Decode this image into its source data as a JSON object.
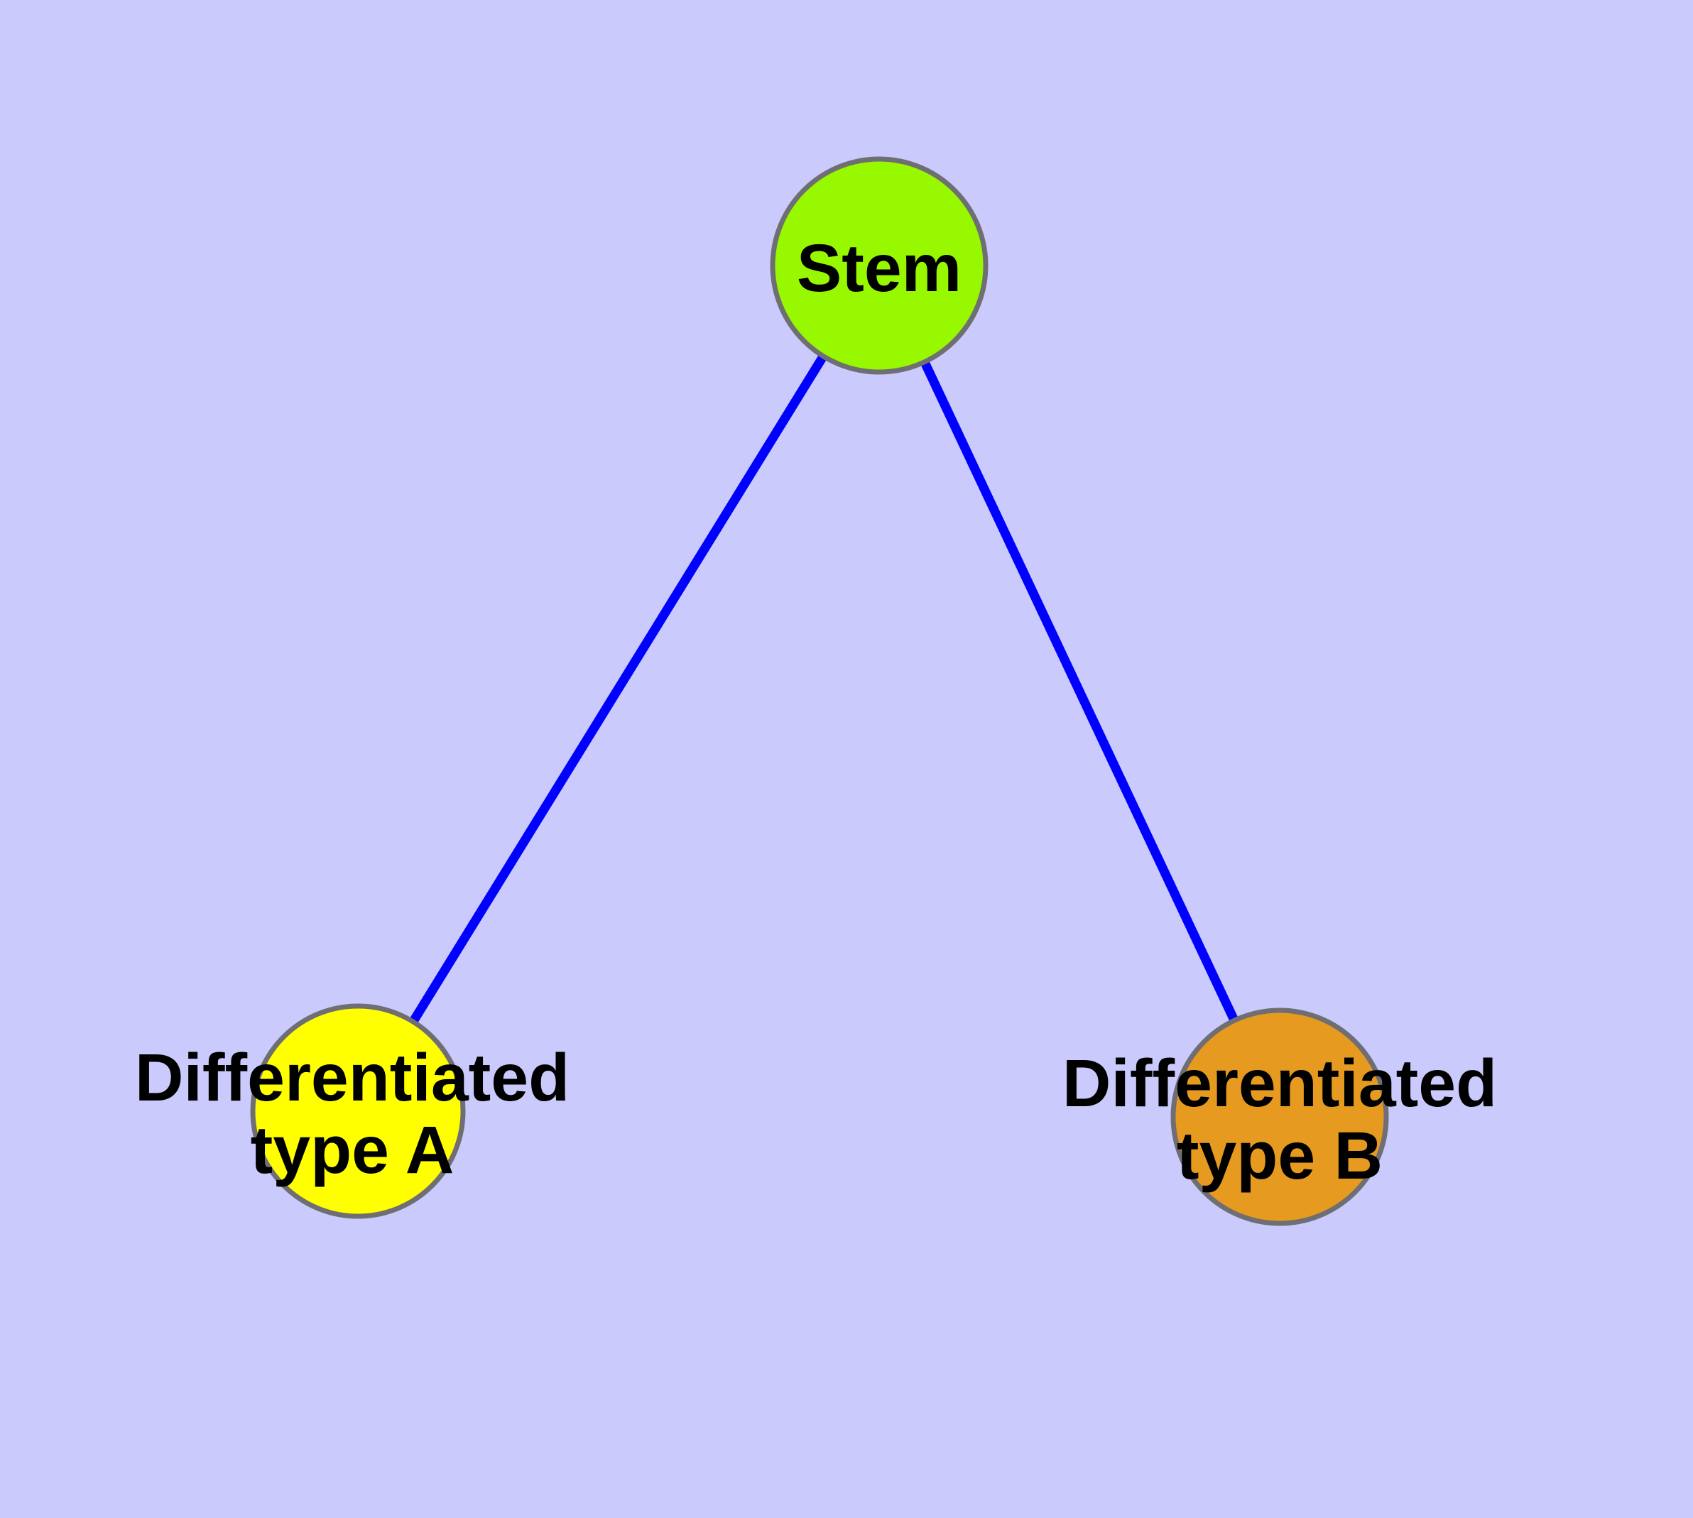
{
  "canvas": {
    "background": "#cacafc"
  },
  "colors": {
    "edge": "#0000ff",
    "node_border": "#6e6e73",
    "label_text": "#000000"
  },
  "nodes": {
    "stem": {
      "label": "Stem",
      "fill": "#97f800"
    },
    "type_a": {
      "label_line1": "Differentiated",
      "label_line2": "type A",
      "fill": "#ffff00"
    },
    "type_b": {
      "label_line1": "Differentiated",
      "label_line2": "type B",
      "fill": "#e69a20"
    }
  },
  "edges": [
    {
      "from": "Stem",
      "to": "Differentiated type A"
    },
    {
      "from": "Stem",
      "to": "Differentiated type B"
    }
  ]
}
